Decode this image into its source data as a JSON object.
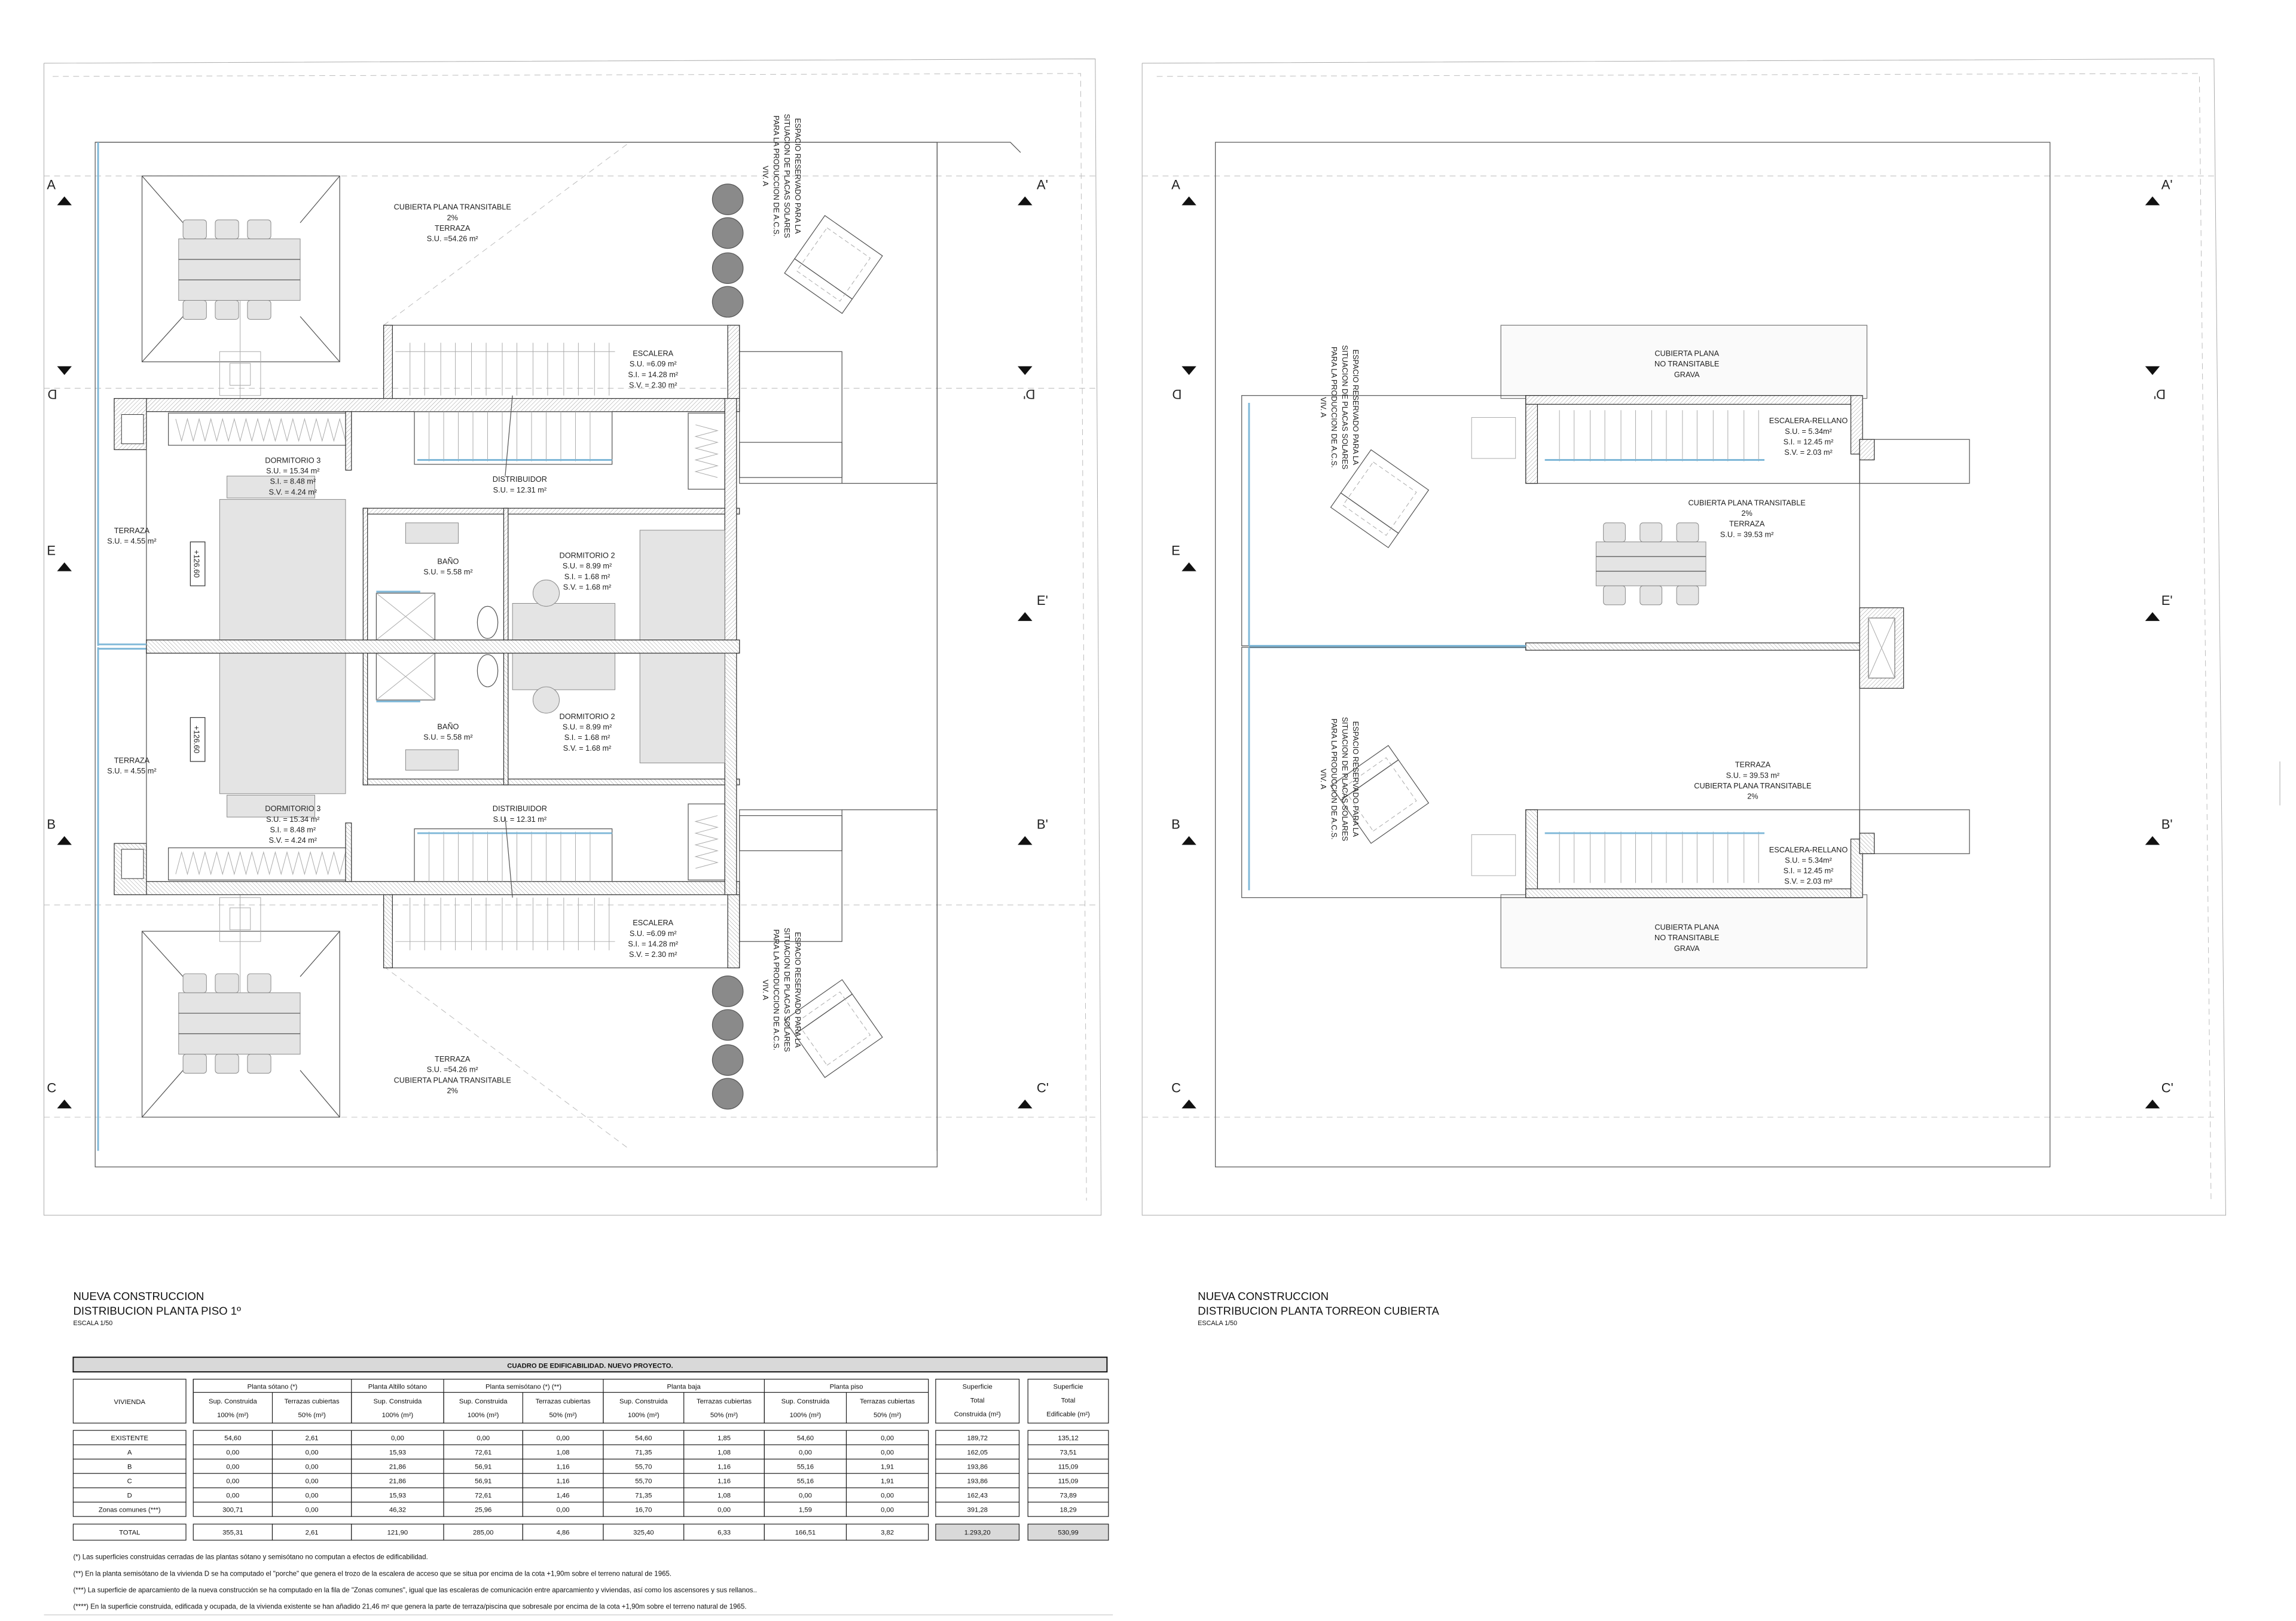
{
  "left_sheet": {
    "title": "NUEVA CONSTRUCCION",
    "subtitle": "DISTRIBUCION PLANTA PISO 1º",
    "scale": "ESCALA 1/50",
    "section_markers": [
      "A",
      "A'",
      "D",
      "D'",
      "E",
      "E'",
      "B",
      "B'",
      "C",
      "C'"
    ],
    "level_tags": [
      "+126.60",
      "+126.60"
    ],
    "labels": [
      {
        "lines": [
          "CUBIERTA PLANA TRANSITABLE",
          "2%",
          "TERRAZA",
          "S.U. =54.26 m²"
        ]
      },
      {
        "lines": [
          "ESCALERA",
          "S.U. =6.09 m²",
          "S.I. = 14.28 m²",
          "S.V. = 2.30 m²"
        ]
      },
      {
        "lines": [
          "DORMITORIO 3",
          "S.U. = 15.34 m²",
          "S.I. = 8.48 m²",
          "S.V. = 4.24 m²"
        ]
      },
      {
        "lines": [
          "DISTRIBUIDOR",
          "S.U. = 12.31 m²"
        ]
      },
      {
        "lines": [
          "TERRAZA",
          "S.U. = 4.55 m²"
        ]
      },
      {
        "lines": [
          "BAÑO",
          "S.U. = 5.58 m²"
        ]
      },
      {
        "lines": [
          "DORMITORIO 2",
          "S.U. = 8.99 m²",
          "S.I. = 1.68 m²",
          "S.V. = 1.68 m²"
        ]
      },
      {
        "lines": [
          "BAÑO",
          "S.U. = 5.58 m²"
        ]
      },
      {
        "lines": [
          "DORMITORIO 2",
          "S.U. = 8.99 m²",
          "S.I. = 1.68 m²",
          "S.V. = 1.68 m²"
        ]
      },
      {
        "lines": [
          "TERRAZA",
          "S.U. = 4.55 m²"
        ]
      },
      {
        "lines": [
          "DORMITORIO 3",
          "S.U. = 15.34 m²",
          "S.I. = 8.48 m²",
          "S.V. = 4.24 m²"
        ]
      },
      {
        "lines": [
          "DISTRIBUIDOR",
          "S.U. = 12.31 m²"
        ]
      },
      {
        "lines": [
          "ESCALERA",
          "S.U. =6.09 m²",
          "S.I. = 14.28 m²",
          "S.V. = 2.30 m²"
        ]
      },
      {
        "lines": [
          "TERRAZA",
          "S.U. =54.26 m²",
          "CUBIERTA PLANA TRANSITABLE",
          "2%"
        ]
      },
      {
        "lines": [
          "ESPACIO RESERVADO PARA LA",
          "SITUACION DE PLACAS SOLARES",
          "PARA LA PRODUCCION DE A.C.S.",
          "VIV. A"
        ]
      },
      {
        "lines": [
          "ESPACIO RESERVADO PARA LA",
          "SITUACION DE PLACAS SOLARES",
          "PARA LA PRODUCCION DE A.C.S.",
          "VIV. A"
        ]
      }
    ]
  },
  "right_sheet": {
    "title": "NUEVA CONSTRUCCION",
    "subtitle": "DISTRIBUCION PLANTA TORREON CUBIERTA",
    "scale": "ESCALA 1/50",
    "section_markers": [
      "A",
      "A'",
      "D",
      "D'",
      "E",
      "E'",
      "B",
      "B'",
      "C",
      "C'"
    ],
    "labels": [
      {
        "lines": [
          "CUBIERTA PLANA",
          "NO TRANSITABLE",
          "GRAVA"
        ]
      },
      {
        "lines": [
          "ESCALERA-RELLANO",
          "S.U. = 5.34m²",
          "S.I. = 12.45 m²",
          "S.V. = 2.03 m²"
        ]
      },
      {
        "lines": [
          "CUBIERTA PLANA TRANSITABLE",
          "2%",
          "TERRAZA",
          "S.U. = 39.53 m²"
        ]
      },
      {
        "lines": [
          "TERRAZA",
          "S.U. = 39.53 m²",
          "CUBIERTA PLANA TRANSITABLE",
          "2%"
        ]
      },
      {
        "lines": [
          "ESCALERA-RELLANO",
          "S.U. = 5.34m²",
          "S.I. = 12.45 m²",
          "S.V. = 2.03 m²"
        ]
      },
      {
        "lines": [
          "CUBIERTA PLANA",
          "NO TRANSITABLE",
          "GRAVA"
        ]
      },
      {
        "lines": [
          "ESPACIO RESERVADO PARA LA",
          "SITUACION DE PLACAS SOLARES",
          "PARA LA PRODUCCION DE A.C.S.",
          "VIV. A"
        ]
      },
      {
        "lines": [
          "ESPACIO RESERVADO PARA LA",
          "SITUACION DE PLACAS SOLARES",
          "PARA LA PRODUCCION DE A.C.S.",
          "VIV. A"
        ]
      }
    ]
  },
  "table": {
    "title": "CUADRO DE EDIFICABILIDAD. NUEVO PROYECTO.",
    "row_header": "VIVIENDA",
    "groups": [
      "Planta sótano (*)",
      "Planta Altillo sótano",
      "Planta semisótano (*) (**)",
      "Planta baja",
      "Planta piso"
    ],
    "sub_columns": [
      [
        "Sup. Construida",
        "100% (m²)"
      ],
      [
        "Terrazas cubiertas",
        "50% (m²)"
      ],
      [
        "Sup. Construida",
        "100% (m²)"
      ],
      [
        "Sup. Construida",
        "100% (m²)"
      ],
      [
        "Terrazas cubiertas",
        "50% (m²)"
      ],
      [
        "Sup. Construida",
        "100% (m²)"
      ],
      [
        "Terrazas cubiertas",
        "50% (m²)"
      ],
      [
        "Sup. Construida",
        "100% (m²)"
      ],
      [
        "Terrazas cubiertas",
        "50% (m²)"
      ]
    ],
    "total_headers": [
      [
        "Superficie",
        "Total",
        "Construida (m²)"
      ],
      [
        "Superficie",
        "Total",
        "Edificable (m²)"
      ]
    ],
    "rows": [
      {
        "label": "EXISTENTE",
        "values": [
          "54,60",
          "2,61",
          "0,00",
          "0,00",
          "0,00",
          "54,60",
          "1,85",
          "54,60",
          "0,00"
        ],
        "totals": [
          "189,72",
          "135,12"
        ]
      },
      {
        "label": "A",
        "values": [
          "0,00",
          "0,00",
          "15,93",
          "72,61",
          "1,08",
          "71,35",
          "1,08",
          "0,00",
          "0,00"
        ],
        "totals": [
          "162,05",
          "73,51"
        ]
      },
      {
        "label": "B",
        "values": [
          "0,00",
          "0,00",
          "21,86",
          "56,91",
          "1,16",
          "55,70",
          "1,16",
          "55,16",
          "1,91"
        ],
        "totals": [
          "193,86",
          "115,09"
        ]
      },
      {
        "label": "C",
        "values": [
          "0,00",
          "0,00",
          "21,86",
          "56,91",
          "1,16",
          "55,70",
          "1,16",
          "55,16",
          "1,91"
        ],
        "totals": [
          "193,86",
          "115,09"
        ]
      },
      {
        "label": "D",
        "values": [
          "0,00",
          "0,00",
          "15,93",
          "72,61",
          "1,46",
          "71,35",
          "1,08",
          "0,00",
          "0,00"
        ],
        "totals": [
          "162,43",
          "73,89"
        ]
      },
      {
        "label": "Zonas comunes (***)",
        "values": [
          "300,71",
          "0,00",
          "46,32",
          "25,96",
          "0,00",
          "16,70",
          "0,00",
          "1,59",
          "0,00"
        ],
        "totals": [
          "391,28",
          "18,29"
        ]
      }
    ],
    "total_row": {
      "label": "TOTAL",
      "values": [
        "355,31",
        "2,61",
        "121,90",
        "285,00",
        "4,86",
        "325,40",
        "6,33",
        "166,51",
        "3,82"
      ],
      "totals": [
        "1.293,20",
        "530,99"
      ]
    },
    "notes": [
      "(*) Las superficies construidas cerradas de las plantas sótano y semisótano no computan a efectos de edificabilidad.",
      "(**) En la planta semisótano de la vivienda D se ha computado el \"porche\" que genera el trozo de la escalera de acceso que se situa por encima de la cota +1,90m sobre el terreno natural de 1965.",
      "(***) La superficie de aparcamiento de la nueva construcción se ha computado en la fila de \"Zonas comunes\", igual que las escaleras de comunicación entre aparcamiento y viviendas, así como los ascensores y sus rellanos..",
      "(****) En la superficie construida, edificada y ocupada, de la vivienda existente se han añadido 21,46 m² que genera la parte de terraza/piscina que sobresale por encima de la cota +1,90m sobre el terreno natural de 1965."
    ]
  },
  "colors": {
    "water_line": "#7fb8d8",
    "header_fill": "#d9d9d9",
    "furniture": "#e4e4e4"
  }
}
